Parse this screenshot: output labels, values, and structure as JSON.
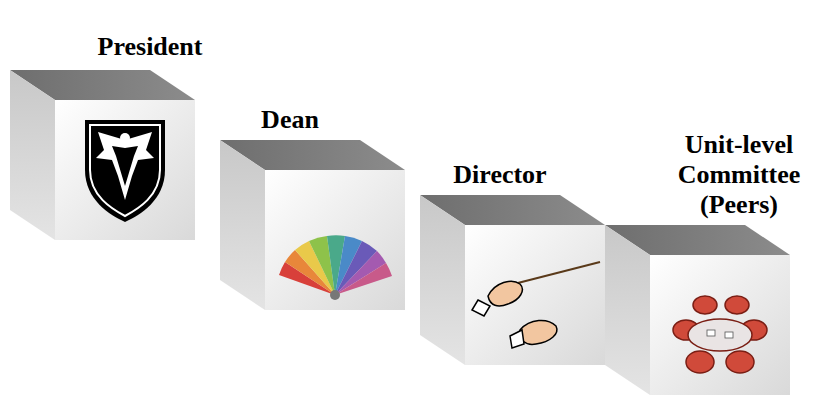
{
  "diagram": {
    "nodes": [
      {
        "text": [
          "President"
        ]
      },
      {
        "text": [
          "Dean"
        ]
      },
      {
        "text": [
          "Director"
        ]
      },
      {
        "text": [
          "Unit-level Committee (Peers)"
        ]
      }
    ]
  }
}
